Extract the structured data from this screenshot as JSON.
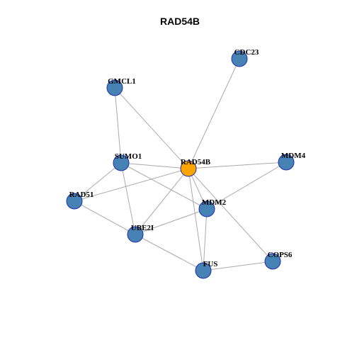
{
  "title": "RAD54B",
  "colors": {
    "hub_fill": "#ffa500",
    "node_fill": "#4682b4",
    "node_stroke": "#1f2fb0",
    "edge": "#aaaaaa"
  },
  "nodes": [
    {
      "id": "RAD54B",
      "label": "RAD54B",
      "hub": true
    },
    {
      "id": "CDC23",
      "label": "CDC23"
    },
    {
      "id": "GMCL1",
      "label": "GMCL1"
    },
    {
      "id": "SUMO1",
      "label": "SUMO1"
    },
    {
      "id": "MDM4",
      "label": "MDM4"
    },
    {
      "id": "RAD51",
      "label": "RAD51"
    },
    {
      "id": "MDM2",
      "label": "MDM2"
    },
    {
      "id": "UBE2I",
      "label": "UBE2I"
    },
    {
      "id": "COPS6",
      "label": "COPS6"
    },
    {
      "id": "FUS",
      "label": "FUS"
    }
  ],
  "edges": [
    [
      "RAD54B",
      "CDC23"
    ],
    [
      "RAD54B",
      "GMCL1"
    ],
    [
      "RAD54B",
      "SUMO1"
    ],
    [
      "RAD54B",
      "MDM4"
    ],
    [
      "RAD54B",
      "RAD51"
    ],
    [
      "RAD54B",
      "MDM2"
    ],
    [
      "RAD54B",
      "UBE2I"
    ],
    [
      "RAD54B",
      "FUS"
    ],
    [
      "RAD54B",
      "COPS6"
    ],
    [
      "GMCL1",
      "SUMO1"
    ],
    [
      "SUMO1",
      "RAD51"
    ],
    [
      "SUMO1",
      "UBE2I"
    ],
    [
      "SUMO1",
      "MDM2"
    ],
    [
      "MDM4",
      "MDM2"
    ],
    [
      "RAD51",
      "UBE2I"
    ],
    [
      "MDM2",
      "UBE2I"
    ],
    [
      "MDM2",
      "FUS"
    ],
    [
      "UBE2I",
      "FUS"
    ],
    [
      "FUS",
      "COPS6"
    ]
  ]
}
